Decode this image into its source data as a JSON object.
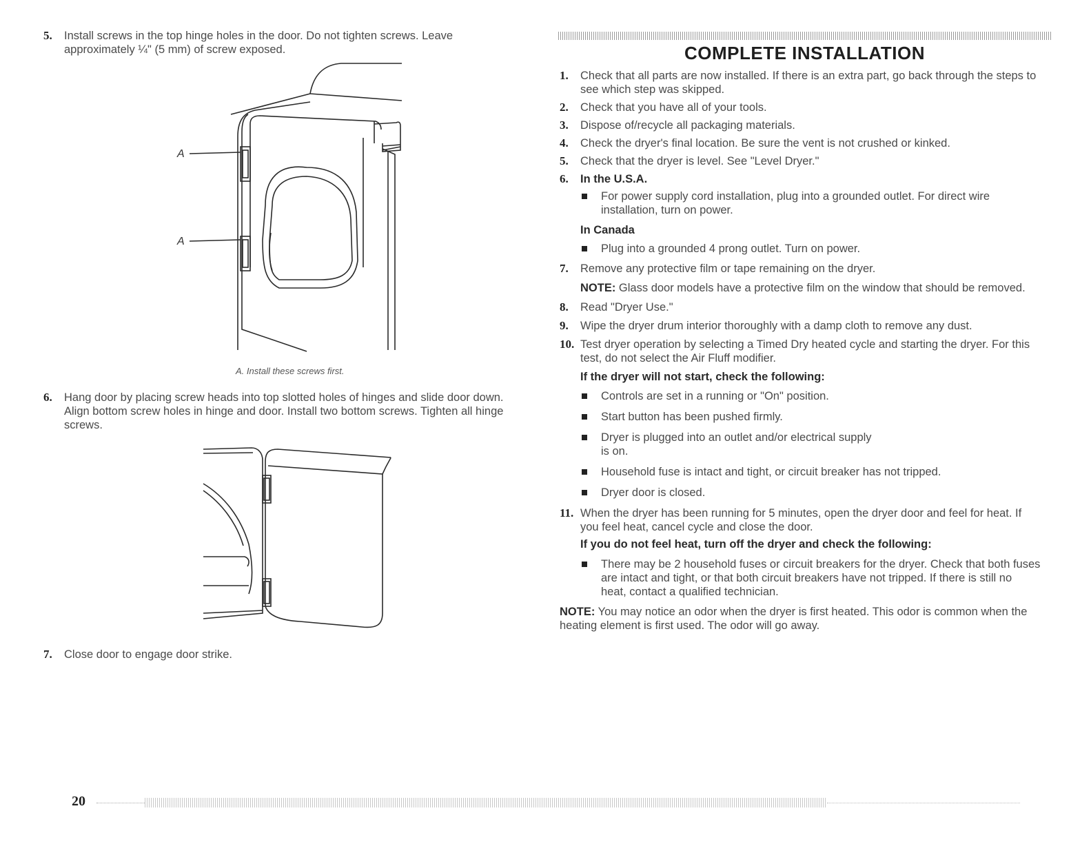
{
  "left": {
    "step5": {
      "num": "5.",
      "text1": "Install screws in the top hinge holes in the door. Do not tighten screws. Leave",
      "text2": "approximately ¼\" (5 mm) of screw exposed."
    },
    "fig1": {
      "label_a1": "A",
      "label_a2": "A",
      "caption": "A. Install these screws first."
    },
    "step6": {
      "num": "6.",
      "text1": "Hang door by placing screw heads into top slotted holes of hinges and slide door down.",
      "text2": "Align bottom screw holes in hinge and door. Install two bottom screws. Tighten all hinge",
      "text3": "screws."
    },
    "step7": {
      "num": "7.",
      "text": "Close door to engage door strike."
    }
  },
  "right": {
    "title": "COMPLETE INSTALLATION",
    "s1": {
      "num": "1.",
      "text1": "Check that all parts are now installed. If there is an extra part, go back through the steps to",
      "text2": "see which step was skipped."
    },
    "s2": {
      "num": "2.",
      "text": "Check that you have all of your tools."
    },
    "s3": {
      "num": "3.",
      "text": "Dispose of/recycle all packaging materials."
    },
    "s4": {
      "num": "4.",
      "text": "Check the dryer's final location. Be sure the vent is not crushed or kinked."
    },
    "s5": {
      "num": "5.",
      "text": "Check that the dryer is level. See \"Level Dryer.\""
    },
    "s6": {
      "num": "6.",
      "heading": "In the U.S.A.",
      "usa_bullet1": "For power supply cord installation, plug into a grounded outlet. For direct wire",
      "usa_bullet2": "installation, turn on power.",
      "canada_heading": "In Canada",
      "canada_bullet": "Plug into a grounded 4 prong outlet. Turn on power."
    },
    "s7": {
      "num": "7.",
      "text": "Remove any protective film or tape remaining on the dryer.",
      "note_label": "NOTE:",
      "note_text": " Glass door models have a protective film on the window that should be removed."
    },
    "s8": {
      "num": "8.",
      "text": "Read \"Dryer Use.\""
    },
    "s9": {
      "num": "9.",
      "text": "Wipe the dryer drum interior thoroughly with a damp cloth to remove any dust."
    },
    "s10": {
      "num": "10.",
      "text1": "Test dryer operation by selecting a Timed Dry heated cycle and starting the dryer. For this",
      "text2": "test, do not select the Air Fluff modifier.",
      "heading": "If the dryer will not start, check the following:",
      "b1": "Controls are set in a running or \"On\" position.",
      "b2": "Start button has been pushed firmly.",
      "b3a": "Dryer is plugged into an outlet and/or electrical supply",
      "b3b": "is on.",
      "b4": "Household fuse is intact and tight, or circuit breaker has not tripped.",
      "b5": "Dryer door is closed."
    },
    "s11": {
      "num": "11.",
      "text1": "When the dryer has been running for 5 minutes, open the dryer door and feel for heat. If",
      "text2": "you feel heat, cancel cycle and close the door.",
      "heading": "If you do not feel heat, turn off the dryer and check the following:",
      "b1a": "There may be 2 household fuses or circuit breakers for the dryer. Check that both fuses",
      "b1b": "are intact and tight, or that both circuit breakers have not tripped. If there is still no",
      "b1c": "heat, contact a qualified technician."
    },
    "final_note": {
      "label": "NOTE:",
      "text1": " You may notice an odor when the dryer is first heated. This odor is common when the",
      "text2": "heating element is first used. The odor will go away."
    }
  },
  "footer": {
    "page_number": "20"
  }
}
